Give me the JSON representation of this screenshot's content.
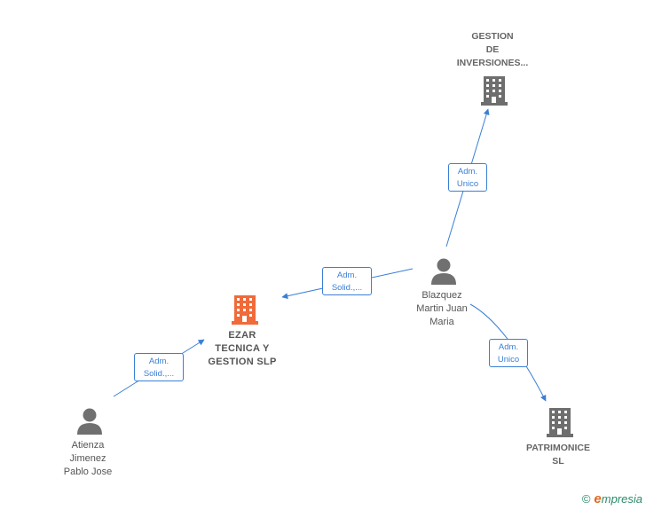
{
  "nodes": {
    "gestion": {
      "label": "GESTION\nDE\nINVERSIONES..."
    },
    "ezar": {
      "label": "EZAR\nTECNICA Y\nGESTION  SLP"
    },
    "blazquez": {
      "label": "Blazquez\nMartin Juan\nMaria"
    },
    "atienza": {
      "label": "Atienza\nJimenez\nPablo Jose"
    },
    "patrimonice": {
      "label": "PATRIMONICE\nSL"
    }
  },
  "edges": {
    "blazquez_gestion": {
      "label": "Adm.\nUnico"
    },
    "blazquez_ezar": {
      "label": "Adm.\nSolid.,..."
    },
    "blazquez_patrimonice": {
      "label": "Adm.\nUnico"
    },
    "atienza_ezar": {
      "label": "Adm.\nSolid.,..."
    }
  },
  "colors": {
    "edge": "#3a7fd5",
    "company_icon": "#6e6e6e",
    "main_company_icon": "#f06a3a",
    "person_icon": "#707070"
  },
  "brand": {
    "copyright_symbol": "©",
    "first_letter": "e",
    "name_rest": "mpresia"
  }
}
